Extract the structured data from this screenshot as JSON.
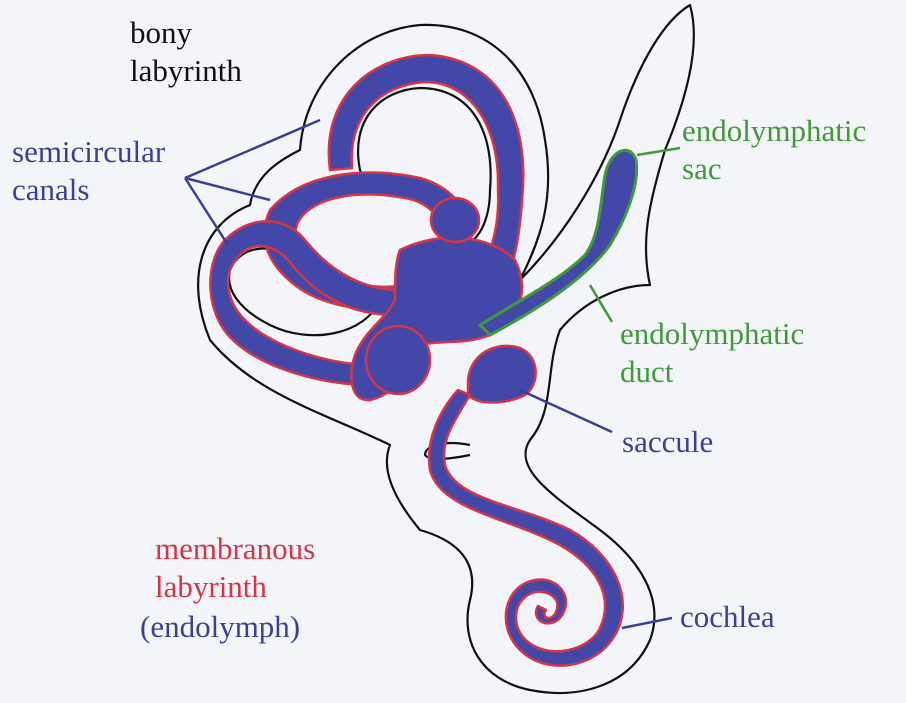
{
  "colors": {
    "bony_outline": "#111111",
    "endolymph_fill": "#4348a8",
    "membranous_outline": "#d63447",
    "endolymphatic_green": "#3f9a3a",
    "label_blue": "#3b3f9a",
    "background": "#f4f5f9"
  },
  "labels": {
    "bony_labyrinth": [
      "bony",
      "labyrinth"
    ],
    "semicircular_canals": [
      "semicircular",
      "canals"
    ],
    "endolymphatic_sac": [
      "endolymphatic",
      "sac"
    ],
    "endolymphatic_duct": [
      "endolymphatic",
      "duct"
    ],
    "saccule": "saccule",
    "membranous_labyrinth": [
      "membranous",
      "labyrinth"
    ],
    "endolymph": "(endolymph)",
    "cochlea": "cochlea"
  }
}
